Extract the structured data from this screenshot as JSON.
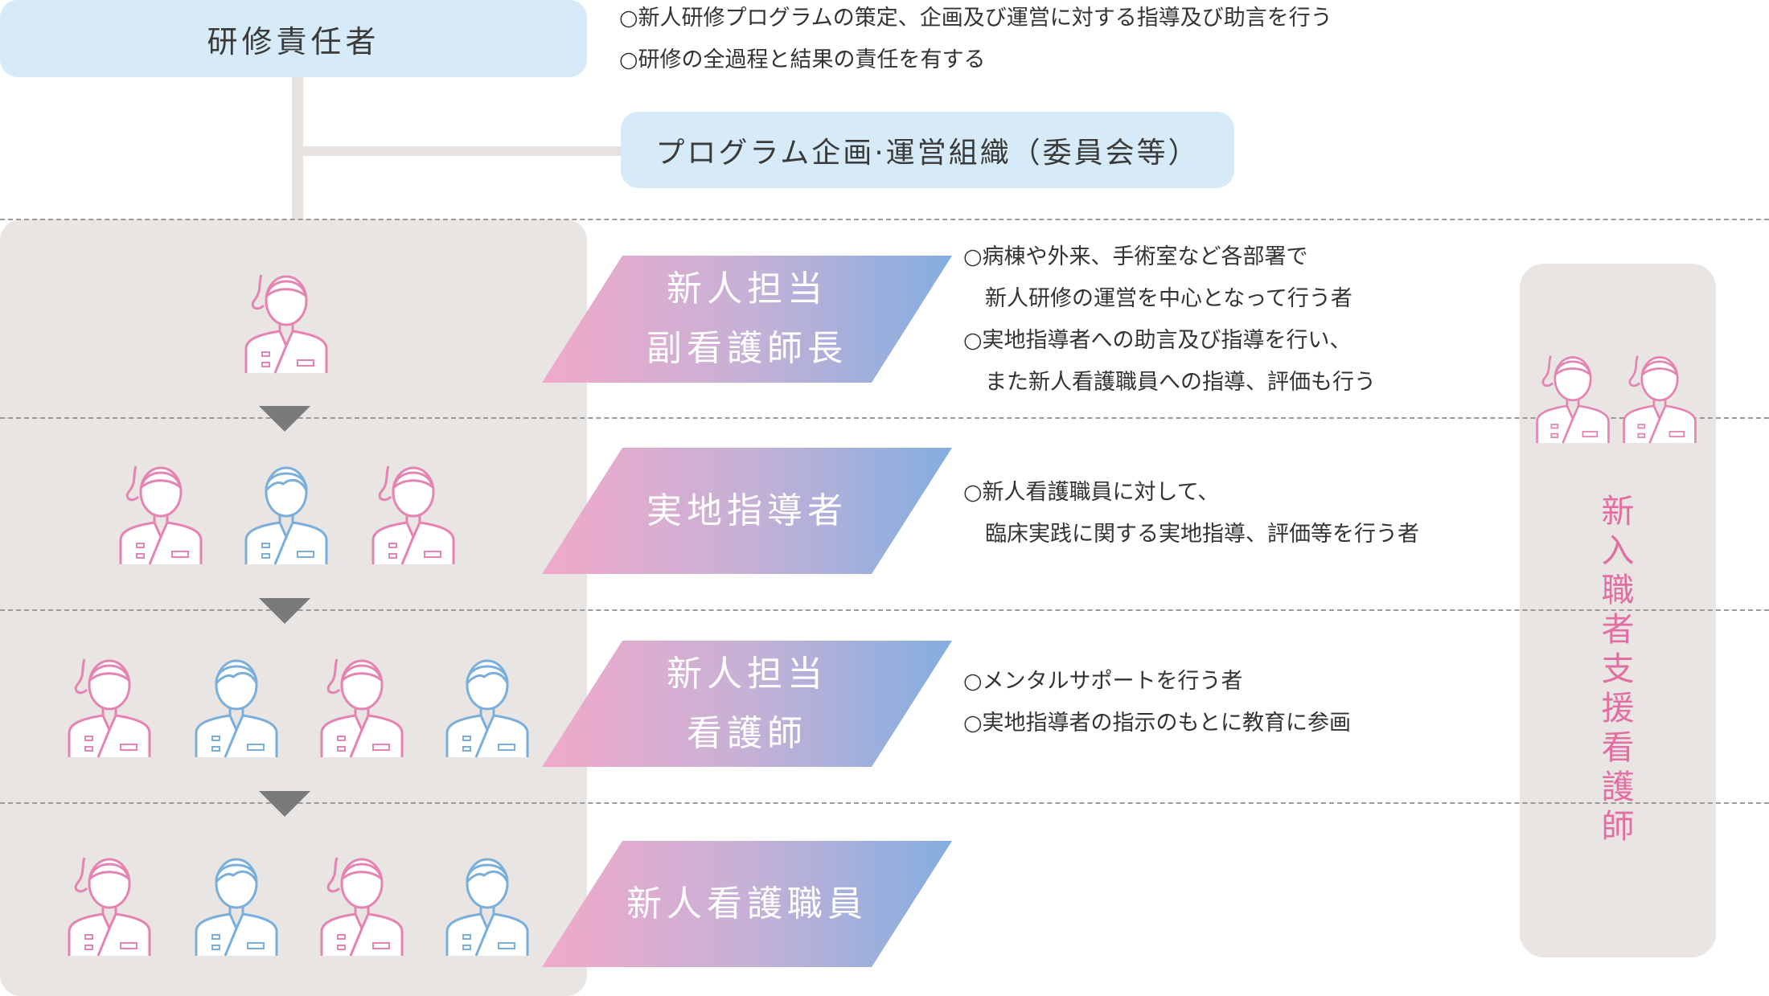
{
  "colors": {
    "pink": "#e583b2",
    "blue": "#7aaedb",
    "accent_text": "#e36ea3",
    "header_box": "#d6ebf7",
    "panel": "#e8e5e2"
  },
  "header": {
    "title": "研修責任者",
    "duties": [
      "○新人研修プログラムの策定、企画及び運営に対する指導及び助言を行う",
      "○研修の全過程と結果の責任を有する"
    ]
  },
  "committee": {
    "label": "プログラム企画·運営組織（委員会等）"
  },
  "roles": [
    {
      "label_lines": [
        "新人担当",
        "副看護師長"
      ],
      "desc_lines": [
        "○病棟や外来、手術室など各部署で",
        "　新人研修の運営を中心となって行う者",
        "○実地指導者への助言及び指導を行い、",
        "　また新人看護職員への指導、評価も行う"
      ]
    },
    {
      "label_lines": [
        "実地指導者"
      ],
      "desc_lines": [
        "○新人看護職員に対して、",
        "　臨床実践に関する実地指導、評価等を行う者"
      ]
    },
    {
      "label_lines": [
        "新人担当",
        "看護師"
      ],
      "desc_lines": [
        "○メンタルサポートを行う者",
        "○実地指導者の指示のもとに教育に参画"
      ]
    },
    {
      "label_lines": [
        "新人看護職員"
      ],
      "desc_lines": []
    }
  ],
  "support": {
    "label": "新入職者支援看護師"
  }
}
